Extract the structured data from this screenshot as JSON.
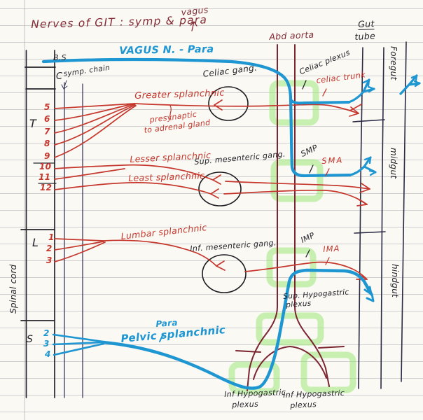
{
  "colors": {
    "ink_black": "#24242a",
    "ink_red": "#c5372c",
    "ink_dark_red": "#842b35",
    "aorta_maroon": "#7b2531",
    "ink_blue": "#1e96d2",
    "chain_navy": "#3b3b60",
    "highlighter_green": "#93e76f",
    "paper": "#faf9f4"
  },
  "title": {
    "text": "Nerves of GIT : symp & para",
    "annotation": "vagus"
  },
  "spinal_cord": {
    "side_label": "Spinal cord",
    "sections": {
      "brainstem": "B.S",
      "cervical": "C",
      "thoracic": "T",
      "lumbar": "L",
      "sacral": "S"
    },
    "thoracic_numbers": [
      "5",
      "6",
      "7",
      "8",
      "9",
      "10",
      "11",
      "12"
    ],
    "lumbar_numbers": [
      "1",
      "2",
      "3"
    ],
    "sacral_numbers": [
      "2",
      "3",
      "4"
    ],
    "symp_chain_label": "symp. chain"
  },
  "parasympathetic": {
    "vagus_label": "VAGUS N. - Para",
    "pelvic_label": "Pelvic splanchnic",
    "pelvic_annotation": "Para"
  },
  "sympathetic_nerves": {
    "greater": "Greater splanchnic",
    "greater_note_1": "presynaptic",
    "greater_note_2": "to adrenal gland",
    "lesser": "Lesser splanchnic",
    "least": "Least splanchnic",
    "lumbar": "Lumbar splanchnic"
  },
  "ganglia": {
    "celiac": "Celiac gang.",
    "sup_mesenteric": "Sup. mesenteric gang.",
    "inf_mesenteric": "Inf. mesenteric gang."
  },
  "vessels": {
    "abd_aorta": "Abd aorta",
    "celiac_trunk": "celiac trunk",
    "sma": "SMA",
    "ima": "IMA"
  },
  "plexuses": {
    "celiac": "Celiac plexus",
    "smp": "SMP",
    "imp": "IMP",
    "sup_hypogastric_1": "Sup. Hypogastric",
    "sup_hypogastric_2": "plexus",
    "inf_hypogastric_left_1": "Inf Hypogastric",
    "inf_hypogastric_left_2": "plexus",
    "inf_hypogastric_right_1": "Inf Hypogastric",
    "inf_hypogastric_right_2": "plexus"
  },
  "gut_tube": {
    "header_1": "Gut",
    "header_2": "tube",
    "foregut": "Foregut",
    "midgut": "midgut",
    "hindgut": "hindgut"
  }
}
